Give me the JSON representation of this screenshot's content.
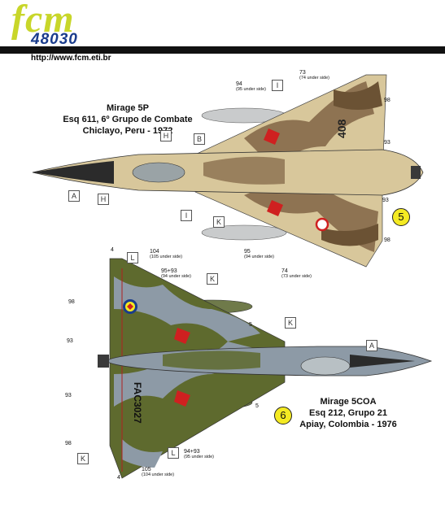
{
  "header": {
    "brand": "fcm",
    "code": "48030",
    "url": "http://www.fcm.eti.br"
  },
  "aircraft1": {
    "title": "Mirage 5P",
    "unit": "Esq 611,  6º Grupo de Combate",
    "location": "Chiclayo, Peru - 1972",
    "badge": "5",
    "serial": "408",
    "callouts": {
      "c94": "94",
      "c94_sub": "(95 under side)",
      "c73": "73",
      "c73_sub": "(74 under side)",
      "c98a": "98",
      "c93a": "93",
      "c93b": "93",
      "c98b": "98",
      "c95": "95",
      "c95_sub": "(94 under side)",
      "c74": "74",
      "c74_sub": "(73 under side)"
    },
    "boxes": [
      "A",
      "H",
      "H",
      "B",
      "I",
      "I",
      "K"
    ]
  },
  "aircraft2": {
    "title": "Mirage 5COA",
    "unit": "Esq 212, Grupo 21",
    "location": "Apiay, Colombia - 1976",
    "badge": "6",
    "serial": "FAC3027",
    "callouts": {
      "c4a": "4",
      "c104": "104",
      "c104_sub": "(105 under side)",
      "c9593a": "95+93",
      "c9593a_sub": "(94 under side)",
      "c98a": "98",
      "c93": "93",
      "c5a": "5",
      "c5b": "5",
      "c93b": "93",
      "c98b": "98",
      "c9493": "94+93",
      "c9493_sub": "(95 under side)",
      "c105": "105",
      "c105_sub": "(104 under side)",
      "c4b": "4"
    },
    "boxes": [
      "L",
      "K",
      "K",
      "A",
      "L",
      "K"
    ]
  }
}
